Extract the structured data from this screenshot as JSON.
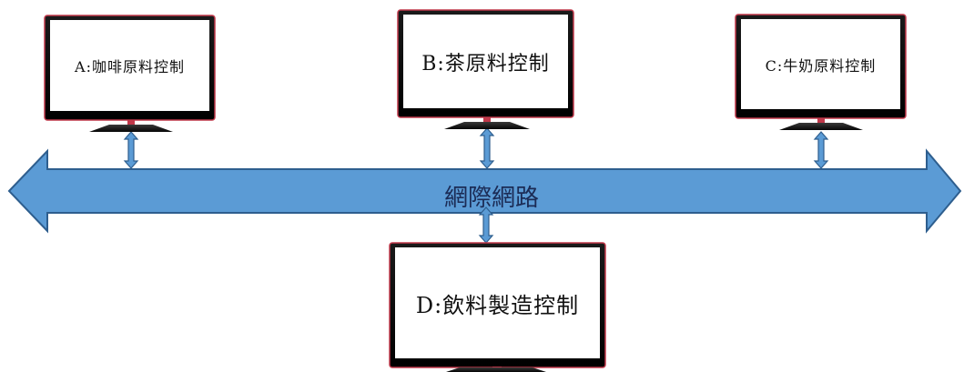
{
  "network": {
    "label": "網際網路"
  },
  "nodes": [
    {
      "id": "A",
      "label": "A:咖啡原料控制"
    },
    {
      "id": "B",
      "label": "B:茶原料控制"
    },
    {
      "id": "C",
      "label": "C:牛奶原料控制"
    },
    {
      "id": "D",
      "label": "D:飲料製造控制"
    }
  ],
  "colors": {
    "arrow_fill": "#5b9bd5",
    "arrow_stroke": "#2e5e8e",
    "bezel": "#111111",
    "bezel_trim": "#c0384a"
  }
}
